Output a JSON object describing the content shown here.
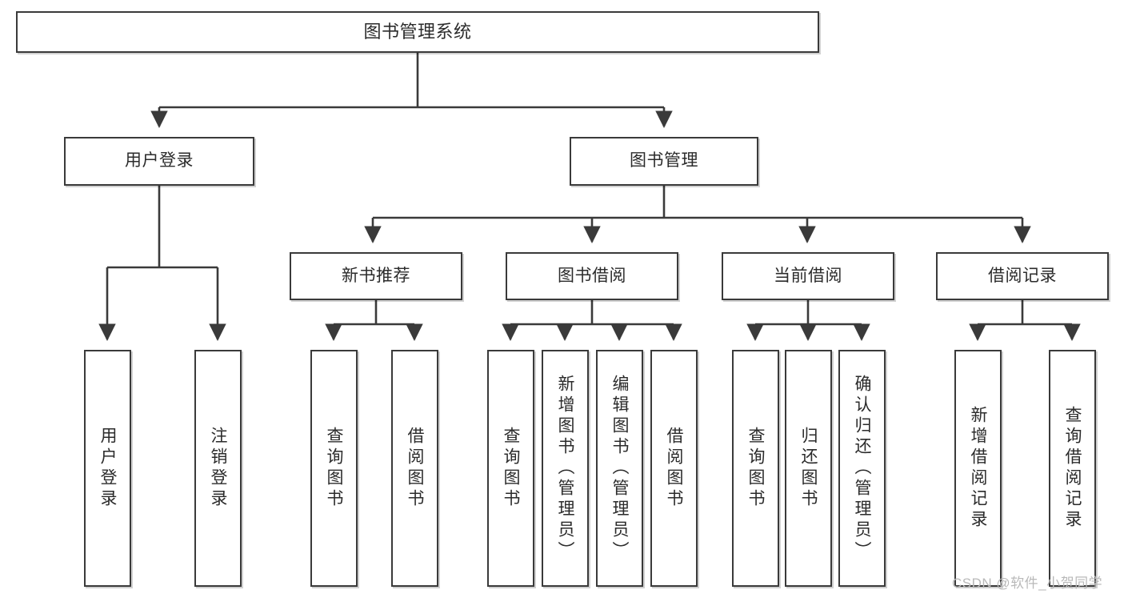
{
  "diagram": {
    "title": "图书管理系统",
    "type": "tree-hierarchy-diagram",
    "watermark": "CSDN @软件_小贺同学",
    "colors": {
      "box_border": "#3a3a3a",
      "box_fill": "#ffffff",
      "edge": "#3a3a3a",
      "text": "#2b2b2b",
      "watermark": "#b9b9b9",
      "background": "#ffffff"
    }
  },
  "nodes": {
    "root": {
      "label": "图书管理系统"
    },
    "level2": [
      {
        "label": "用户登录"
      },
      {
        "label": "图书管理"
      }
    ],
    "level3": [
      {
        "label": "新书推荐"
      },
      {
        "label": "图书借阅"
      },
      {
        "label": "当前借阅"
      },
      {
        "label": "借阅记录"
      }
    ],
    "leaves_user_login": [
      {
        "label": "用户登录"
      },
      {
        "label": "注销登录"
      }
    ],
    "leaves_new_books": [
      {
        "label": "查询图书"
      },
      {
        "label": "借阅图书"
      }
    ],
    "leaves_borrow": [
      {
        "label": "查询图书"
      },
      {
        "label": "新增图书（管理员）"
      },
      {
        "label": "编辑图书（管理员）"
      },
      {
        "label": "借阅图书"
      }
    ],
    "leaves_current": [
      {
        "label": "查询图书"
      },
      {
        "label": "归还图书"
      },
      {
        "label": "确认归还（管理员）"
      }
    ],
    "leaves_records": [
      {
        "label": "新增借阅记录"
      },
      {
        "label": "查询借阅记录"
      }
    ]
  }
}
